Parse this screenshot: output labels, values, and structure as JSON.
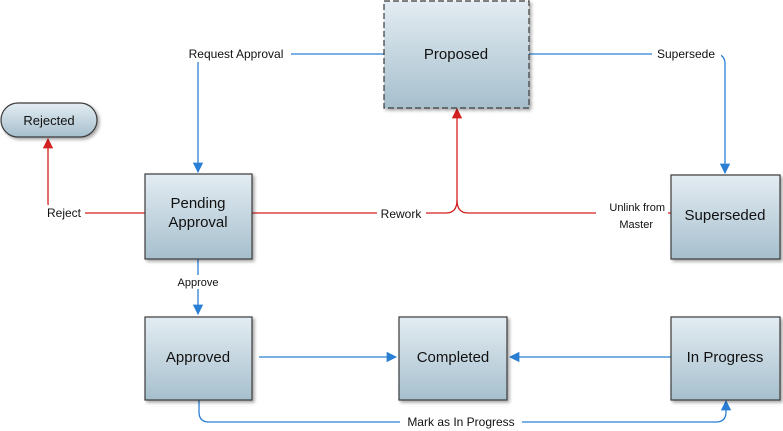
{
  "nodes": {
    "proposed": "Proposed",
    "rejected": "Rejected",
    "pending_line1": "Pending",
    "pending_line2": "Approval",
    "superseded": "Superseded",
    "approved": "Approved",
    "completed": "Completed",
    "in_progress": "In Progress"
  },
  "edges": {
    "request_approval": "Request Approval",
    "supersede": "Supersede",
    "reject": "Reject",
    "rework": "Rework",
    "unlink_line1": "Unlink from",
    "unlink_line2": "Master",
    "approve": "Approve",
    "mark_in_progress": "Mark as In Progress"
  },
  "colors": {
    "node_fill_top": "#dfe9f0",
    "node_fill_bottom": "#a8c0ce",
    "node_stroke": "#3a3a3a",
    "blue_edge": "#2a7fd4",
    "red_edge": "#d42020"
  }
}
